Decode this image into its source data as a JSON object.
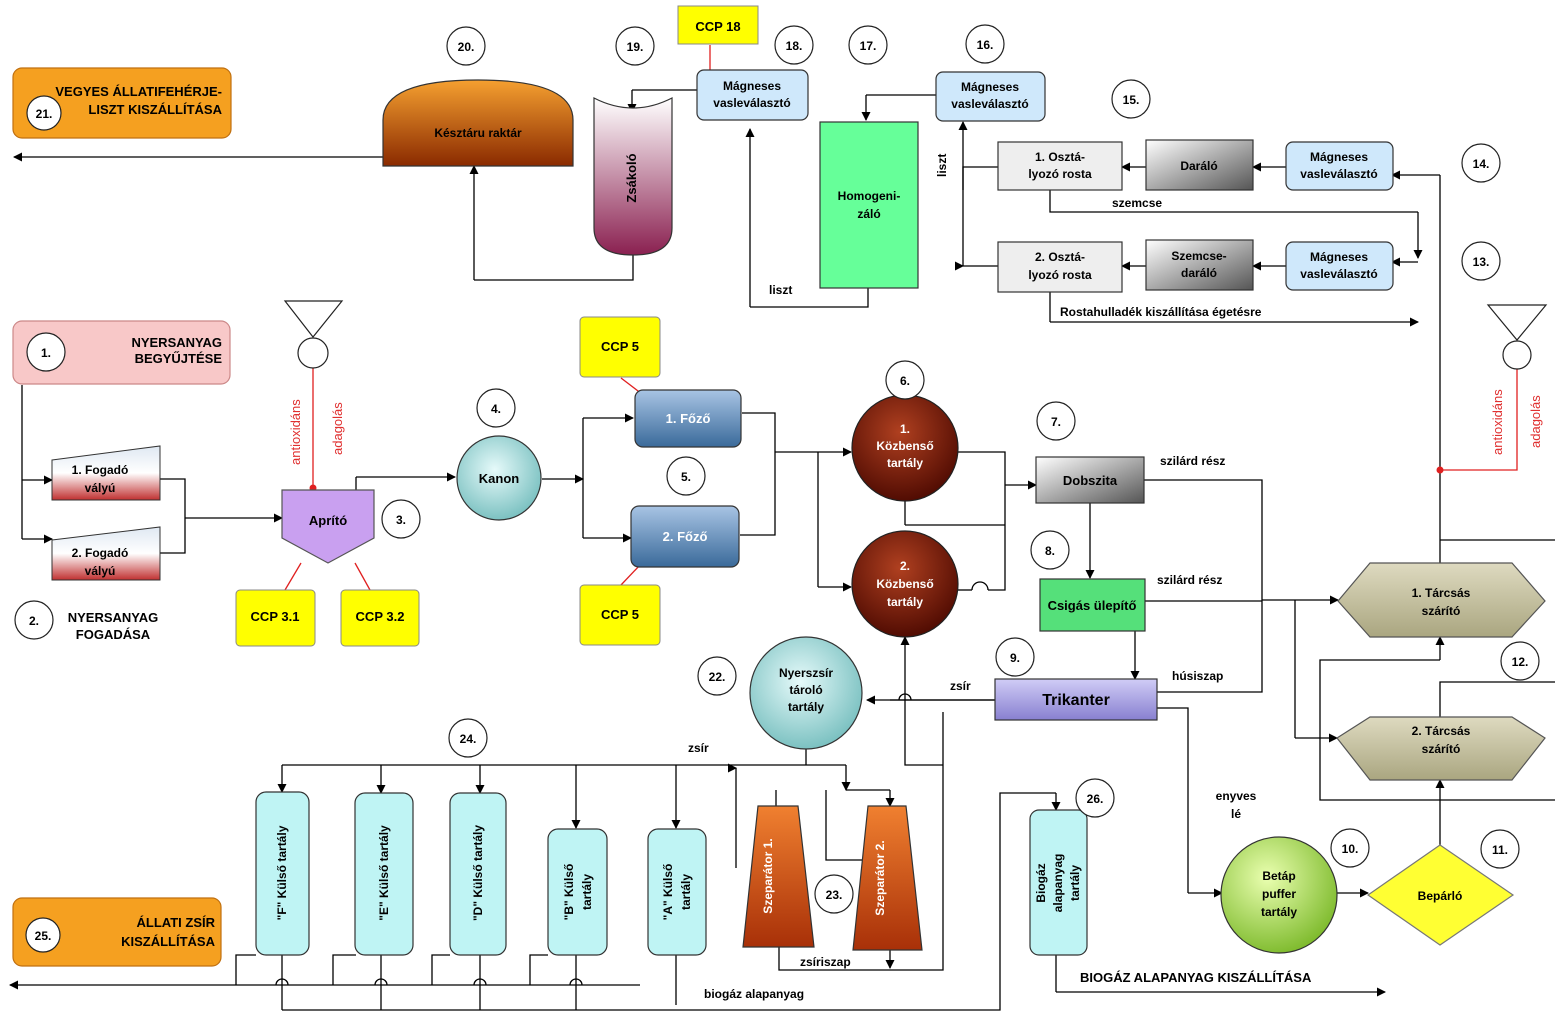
{
  "steps": {
    "s1": "1.",
    "s2": "2.",
    "s3": "3.",
    "s4": "4.",
    "s5": "5.",
    "s6": "6.",
    "s7": "7.",
    "s8": "8.",
    "s9": "9.",
    "s10": "10.",
    "s11": "11.",
    "s12": "12.",
    "s13": "13.",
    "s14": "14.",
    "s15": "15.",
    "s16": "16.",
    "s17": "17.",
    "s18": "18.",
    "s19": "19.",
    "s20": "20.",
    "s21": "21.",
    "s22": "22.",
    "s23": "23.",
    "s24": "24.",
    "s25": "25.",
    "s26": "26."
  },
  "headers": {
    "raw_collection": [
      "NYERSANYAG",
      "BEGYŰJTÉSE"
    ],
    "raw_receiving": [
      "NYERSANYAG",
      "FOGADÁSA"
    ],
    "protein_shipping": [
      "VEGYES ÁLLATIFEHÉRJE-",
      "LISZT KISZÁLLÍTÁSA"
    ],
    "fat_shipping": [
      "ÁLLATI ZSÍR",
      "KISZÁLLÍTÁSA"
    ],
    "biogas_shipping": "BIOGÁZ  ALAPANYAG  KISZÁLLÍTÁSA"
  },
  "nodes": {
    "trough1": [
      "1. Fogadó",
      "vályú"
    ],
    "trough2": [
      "2. Fogadó",
      "vályú"
    ],
    "crusher": "Aprító",
    "kanon": "Kanon",
    "cooker1": "1. Főző",
    "cooker2": "2. Főző",
    "intermediate1": [
      "1.",
      "Közbenső",
      "tartály"
    ],
    "intermediate2": [
      "2.",
      "Közbenső",
      "tartály"
    ],
    "drum_sieve": "Dobszita",
    "screw_settler": "Csigás ülepítő",
    "tricanter": "Trikanter",
    "raw_fat_tank": [
      "Nyerszsír",
      "tároló",
      "tartály"
    ],
    "separator1": "Szeparátor 1.",
    "separator2": "Szeparátor 2.",
    "tank_f": "\"F\" Külső tartály",
    "tank_e": "\"E\" Külső tartály",
    "tank_d": "\"D\" Külső tartály",
    "tank_b": [
      "\"B\" Külső",
      "tartály"
    ],
    "tank_a": [
      "\"A\" Külső",
      "tartály"
    ],
    "biogas_tank": [
      "Biogáz",
      "alapanyag",
      "tartály"
    ],
    "buffer_tank": [
      "Betáp",
      "puffer",
      "tartály"
    ],
    "evaporator": "Bepárló",
    "dryer1": [
      "1. Tárcsás",
      "szárító"
    ],
    "dryer2": [
      "2. Tárcsás",
      "szárító"
    ],
    "homogenizer": [
      "Homogeni-",
      "záló"
    ],
    "magsep_16": [
      "Mágneses",
      "vasleválasztó"
    ],
    "magsep_18": [
      "Mágneses",
      "vasleválasztó"
    ],
    "magsep_14a": [
      "Mágneses",
      "vasleválasztó"
    ],
    "magsep_14b": [
      "Mágneses",
      "vasleválasztó"
    ],
    "grinder": "Daráló",
    "scrap_grinder": [
      "Szemcse-",
      "daráló"
    ],
    "sieve1": [
      "1. Osztá-",
      "lyozó rosta"
    ],
    "sieve2": [
      "2. Osztá-",
      "lyozó rosta"
    ],
    "bagger": "Zsákoló",
    "warehouse": "Késztáru raktár"
  },
  "ccp": {
    "c18": "CCP 18",
    "c5a": "CCP 5",
    "c5b": "CCP 5",
    "c31": "CCP 3.1",
    "c32": "CCP 3.2"
  },
  "labels": {
    "antioxidant": "antioxidáns",
    "dosing": "adagolás",
    "solid1": "szilárd rész",
    "solid2": "szilárd rész",
    "meat_sludge": "húsiszap",
    "fat1": "zsír",
    "fat2": "zsír",
    "glue_water": [
      "enyves",
      "lé"
    ],
    "fat_sludge": "zsíriszap",
    "biogas_raw": "biogáz alapanyag",
    "flour1": "liszt",
    "flour2": "liszt",
    "grain": "szemcse",
    "sieve_waste": "Rostahulladék kiszállítása égetésre"
  },
  "colors": {
    "ccp_yellow": "#ffff00",
    "orange": "#f5a020",
    "pink": "#f8c8c8",
    "purple": "#c9a0f0",
    "cooker_blue": "#5b86b5",
    "dark_red": "#7a1a08",
    "green": "#55e07a",
    "mint": "#66ff99",
    "light_blue": "#cfe8fb",
    "cyan": "#bff4f4",
    "teal": "#9fdcdc",
    "olive": "#c7c4a4",
    "diamond_yellow": "#ffff33",
    "lilac": "#b0a8e8",
    "separator_orange": "#e0601a",
    "gray": "#eeeeee"
  }
}
